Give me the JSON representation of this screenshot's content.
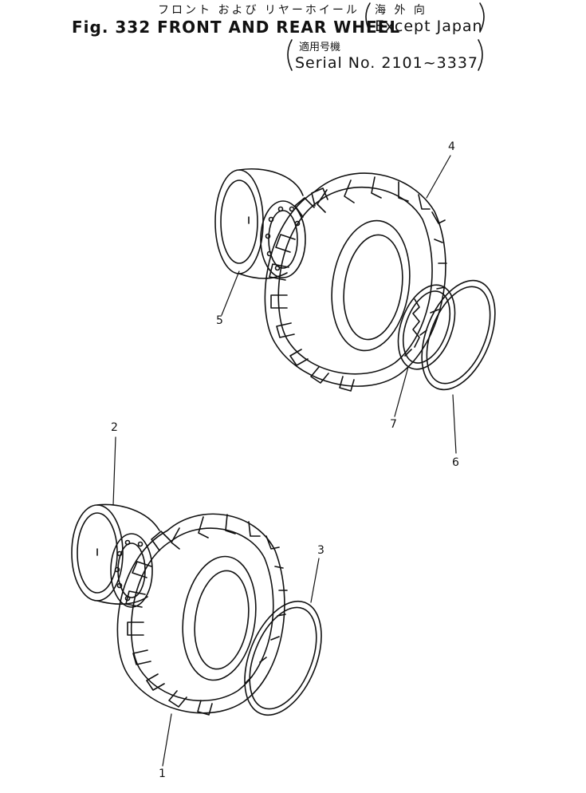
{
  "header": {
    "jp_title": "フロント および リヤーホイール",
    "fig_title": "Fig. 332 FRONT AND REAR WHEEL",
    "dest_jp": "海 外 向",
    "dest_en": "Except Japan",
    "serial_jp": "適用号機",
    "serial_en": "Serial No. 2101~3337"
  },
  "callouts": [
    "1",
    "2",
    "3",
    "4",
    "5",
    "6",
    "7"
  ]
}
